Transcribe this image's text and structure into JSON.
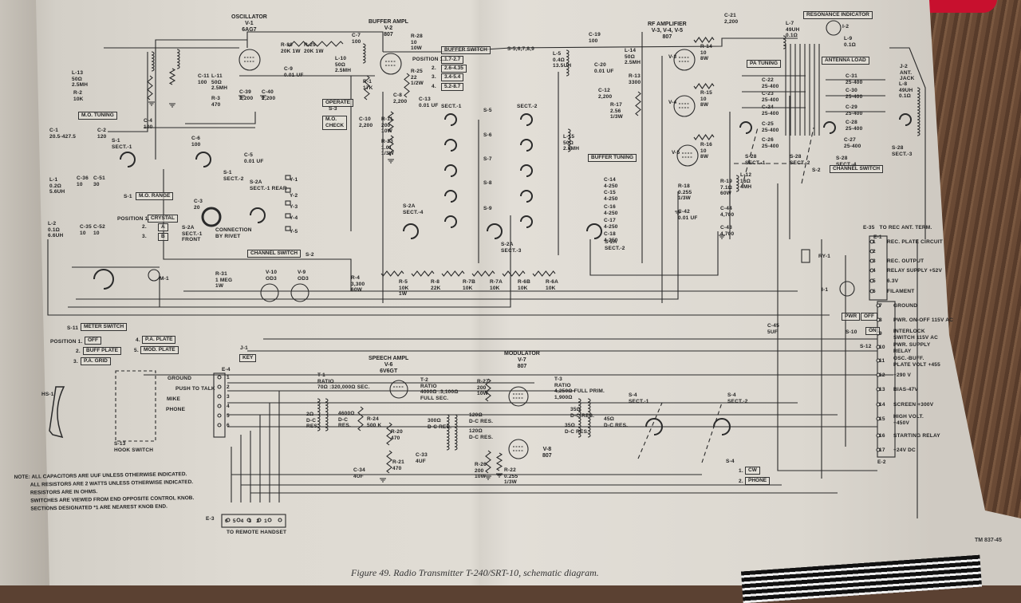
{
  "caption": "Figure 49. Radio Transmitter T-240/SRT-10, schematic diagram.",
  "tm_number": "TM 837-45",
  "notes": [
    "NOTE: ALL CAPACITORS ARE UUF UNLESS OTHERWISE INDICATED.",
    "ALL RESISTORS ARE 2 WATTS UNLESS OTHERWISE INDICATED.",
    "RESISTORS ARE IN OHMS.",
    "SWITCHES ARE VIEWED FROM END OPPOSITE CONTROL KNOB.",
    "SECTIONS DESIGNATED *1 ARE NEAREST KNOB END."
  ],
  "headers": {
    "oscillator": "OSCILLATOR\nV-1\n6AG7",
    "buffer": "BUFFER AMPL\nV-2\n807",
    "rf": "RF AMPLIFIER\nV-3, V-4, V-5\n807",
    "speech": "SPEECH AMPL\nV-6\n6V6GT",
    "modulator": "MODULATOR\nV-7\n807",
    "v8": "V-8\n807"
  },
  "boxes": {
    "mo_tuning": "M.O. TUNING",
    "mo_range": "M.O. RANGE",
    "crystal": "CRYSTAL",
    "pos_a": "A",
    "pos_b": "B",
    "operate": "OPERATE",
    "mo_check": "M.O.\nCHECK",
    "buffer_switch": "BUFFER SWITCH",
    "band1": "1.7-2.7",
    "band2": "2.6-4.35",
    "band3": "3.4-5.4",
    "band4": "5.2-8.7",
    "buffer_tuning": "BUFFER TUNING",
    "pa_tuning": "PA TUNING",
    "antenna_load": "ANTENNA LOAD",
    "resonance_indicator": "RESONANCE INDICATOR",
    "channel_switch_1": "CHANNEL SWITCH",
    "channel_switch_2": "CHANNEL SWITCH",
    "meter_switch": "METER SWITCH",
    "m_off": "OFF",
    "m_buff_plate": "BUFF PLATE",
    "m_pa_grid": "P.A. GRID",
    "m_pa_plate": "P.A. PLATE",
    "m_mod_plate": "MOD. PLATE",
    "key": "KEY",
    "pwr": "PWR",
    "pwr_off": "OFF",
    "on": "ON",
    "cw": "CW",
    "phone": "PHONE"
  },
  "labels": {
    "pos1_crystal": "POSITION 1.",
    "pos2": "2.",
    "pos3": "3.",
    "s1_range": "S-1",
    "s3": "S-3",
    "pos_label_buf": "POSITION 1.",
    "buf2": "2.",
    "buf3": "3.",
    "buf4": "4.",
    "s5_9": "S-5,6,7,8,9",
    "s2_a": "S-2",
    "s2_b": "S-2",
    "s11": "S-11",
    "mpos1": "POSITION 1.",
    "mpos2": "2.",
    "mpos3": "3.",
    "mpos4": "4.",
    "mpos5": "5.",
    "j1": "J-1",
    "hs1": "HS-1",
    "e4": "E-4",
    "ground": "GROUND",
    "ptt": "PUSH TO TALK",
    "mike": "MIKE",
    "phone_w": "PHONE",
    "s13": "S-13\nHOOK SWITCH",
    "e3": "E-3",
    "e3_pins": "6   5   4   3   2   1",
    "remote": "TO REMOTE HANDSET",
    "l13": "L-13\n50Ω\n2.5MH",
    "r2": "R-2\n10K",
    "c1": "C-1\n20.5-427.5",
    "c2": "C-2\n120",
    "c4": "C-4\n100",
    "s1s1": "S-1\nSECT.-1",
    "l1": "L-1\n0.2Ω\n5.6UH",
    "c36": "C-36\n10",
    "c51": "C-51\n30",
    "l2": "L-2\n0.1Ω\n6.6UH",
    "c35": "C-35\n10",
    "c52": "C-52\n10",
    "c11": "C-11\n100",
    "l11": "L-11\n50Ω\n2.5MH",
    "r3": "R-3\n470",
    "c39": "C-39\n2,200",
    "c40": "C-40\n2,200",
    "r30": "R-30\n20K 1W",
    "r29": "R-29\n20K 1W",
    "c9": "C-9\n0.01 UF",
    "c7": "C-7\n100",
    "l10": "L-10\n50Ω\n2.5MH",
    "r1": "R-1\n17K",
    "c10": "C-10\n2,200",
    "c6": "C-6\n100",
    "c5": "C-5\n0.01 UF",
    "s1s2": "S-1\nSECT.-2",
    "c3": "C-3\n20",
    "s2a_rear": "S-2A\nSECT.-1 REAR",
    "y1": "Y-1",
    "y2": "Y-2",
    "y3": "Y-3",
    "y4": "Y-4",
    "y5": "Y-5",
    "s2a_front": "S-2A\nSECT.-1\nFRONT",
    "rivet": "CONNECTION\nBY RIVET",
    "r31": "R-31\n1 MEG\n1W",
    "v10": "V-10\nOD3",
    "v9": "V-9\nOD3",
    "m1": "M-1",
    "r28": "R-28\n10\n10W",
    "r25": "R-25\n22\n1/2W",
    "c8": "C-8\n2,200",
    "c13": "C-13\n0.01 UF",
    "r11": "R-11\n200\n10W",
    "r23": "R-23\n1.01\n1/3W",
    "sect1": "SECT.-1",
    "sect2": "SECT.-2",
    "s5": "S-5",
    "s6": "S-6",
    "s7": "S-7",
    "s8": "S-8",
    "s9": "S-9",
    "c19": "C-19\n100",
    "l5": "L-5\n0.4Ω\n13.5UH",
    "l14": "L-14\n50Ω\n2.5MH",
    "c20": "C-20\n0.01 UF",
    "r13": "R-13\n3300",
    "c12": "C-12\n2,200",
    "r17": "R-17\n2.56\n1/3W",
    "l15": "L-15\n50Ω\n2.5MH",
    "s2a_s4": "S-2A\nSECT.-4",
    "s2a_s3": "S-2A\nSECT.-3",
    "s2a_s2": "S-2A\nSECT.-2",
    "c14": "C-14\n4-250",
    "c15": "C-15\n4-250",
    "c16": "C-16\n4-250",
    "c17": "C-17\n4-250",
    "c18": "C-18\n4-250",
    "r4": "R-4\n3,300\n60W",
    "r5": "R-5\n10K\n1W",
    "r8": "R-8\n22K",
    "r7b": "R-7B\n10K",
    "r7a": "R-7A\n10K",
    "r6b": "R-6B\n10K",
    "r6a": "R-6A\n10K",
    "r14": "R-14\n10\n8W",
    "r15": "R-15\n10\n8W",
    "r16": "R-16\n10\n8W",
    "v3": "V-3",
    "v4": "V-4",
    "v5": "V-5",
    "r18": "R-18\n0.255\n1/3W",
    "c42": "C-42\n0.01 UF",
    "r19": "R-19\n7.1Ω\n60W",
    "l12": "L-12\n16Ω\n4MH",
    "c44": "C-44\n4,700",
    "c43": "C-43\n4,700",
    "c21": "C-21\n2,200",
    "l7": "L-7\n49UH\n0.1Ω",
    "i2": "I-2",
    "l9": "L-9\n0.1Ω",
    "c22": "C-22\n25-400",
    "c23": "C-23\n25-400",
    "c24": "C-24\n25-400",
    "c25": "C-25\n25-400",
    "c26": "C-26\n25-400",
    "c31": "C-31\n25-400",
    "c30": "C-30\n25-400",
    "c29": "C-29\n25-400",
    "c28": "C-28\n25-400",
    "c27": "C-27\n25-400",
    "s28s1": "S-28\nSECT.-1",
    "s28s2": "S-28\nSECT.-2",
    "s28s4": "S-28\nSECT.-4",
    "s28s3": "S-28\nSECT.-3",
    "j2": "J-2\nANT.\nJACK",
    "l8": "L-8\n49UH\n0.1Ω",
    "e35": "E-35   TO REC ANT. TERM.",
    "e1": "E-1",
    "ry1": "RY-1",
    "i1": "I-1",
    "s10": "S-10",
    "s12": "S-12",
    "c45": "C-45\n5UF",
    "e2": "E-2",
    "t1": "T-1\nRATIO\n70Ω :320,000Ω SEC.",
    "t1_pri": "2Ω\nD-C\nRES.",
    "t1_sec": "4600Ω\nD-C\nRES.",
    "r24": "R-24\n500 K",
    "r20": "R-20\n470",
    "r21": "R-21\n470",
    "c34": "C-34\n4UF",
    "c33": "C-33\n4UF",
    "t2": "T-2\nRATIO\n4000Ω :3,100Ω\nFULL SEC.",
    "t2_pri": "300Ω\nD-C RES.",
    "t2_s1": "120Ω\nD-C RES.",
    "t2_s2": "120Ω\nD-C RES.",
    "r27": "R-27\n200\n10W",
    "r26": "R-26\n200\n10W",
    "r22": "R-22\n0.255\n1/3W",
    "t3": "T-3\nRATIO\n4,250Ω FULL PRIM.\n1,900Ω",
    "t3_p1": "35Ω\nD-C RES.",
    "t3_p2": "35Ω\nD-C RES.",
    "t3_s": "45Ω\nD-C RES.",
    "s4s1": "S-4\nSECT.-1",
    "s4s2": "S-4\nSECT.-2",
    "s4": "S-4",
    "cw1": "1.",
    "ph2": "2."
  },
  "terminals": [
    {
      "num": "1",
      "desc": "REC. PLATE CIRCUIT"
    },
    {
      "num": "2",
      "desc": ""
    },
    {
      "num": "3",
      "desc": "REC. OUTPUT"
    },
    {
      "num": "4",
      "desc": "RELAY SUPPLY +52V"
    },
    {
      "num": "5",
      "desc": "6.3V"
    },
    {
      "num": "6",
      "desc": "FILAMENT"
    },
    {
      "num": "7",
      "desc": "GROUND"
    },
    {
      "num": "8",
      "desc": "PWR. ON-OFF 115V AC"
    },
    {
      "num": "9",
      "desc": "INTERLOCK\nSWITCH 115V AC"
    },
    {
      "num": "10",
      "desc": "PWR. SUPPLY\nRELAY"
    },
    {
      "num": "11",
      "desc": "OSC.-BUFF.\nPLATE VOLT +455"
    },
    {
      "num": "12",
      "desc": "+290 V"
    },
    {
      "num": "13",
      "desc": "BIAS-47V"
    },
    {
      "num": "14",
      "desc": "SCREEN +300V"
    },
    {
      "num": "15",
      "desc": "HIGH VOLT.\n+450V"
    },
    {
      "num": "16",
      "desc": "STARTING RELAY"
    },
    {
      "num": "17",
      "desc": "+24V DC"
    }
  ],
  "e4_pins": [
    "1",
    "2",
    "3",
    "4",
    "5",
    "6"
  ],
  "colors": {
    "ink": "#2a2a2a",
    "paper": "#dedad2",
    "wood": "#5b4132",
    "red_object": "#c8102e"
  }
}
